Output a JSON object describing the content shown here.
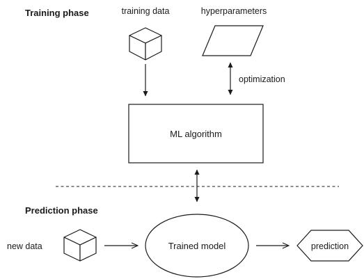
{
  "sections": {
    "training_title": "Training phase",
    "prediction_title": "Prediction phase"
  },
  "training": {
    "data_label": "training data",
    "hyperparameters_label": "hyperparameters",
    "optimization_label": "optimization",
    "algorithm_label": "ML algorithm"
  },
  "prediction": {
    "new_data_label": "new data",
    "model_label": "Trained model",
    "output_label": "prediction"
  },
  "icons": {
    "training_data": "cube-icon",
    "hyperparameters": "parallelogram-icon",
    "new_data": "cube-icon",
    "prediction": "hexagon-icon"
  },
  "colors": {
    "stroke": "#1a1a1a",
    "background": "#ffffff"
  }
}
